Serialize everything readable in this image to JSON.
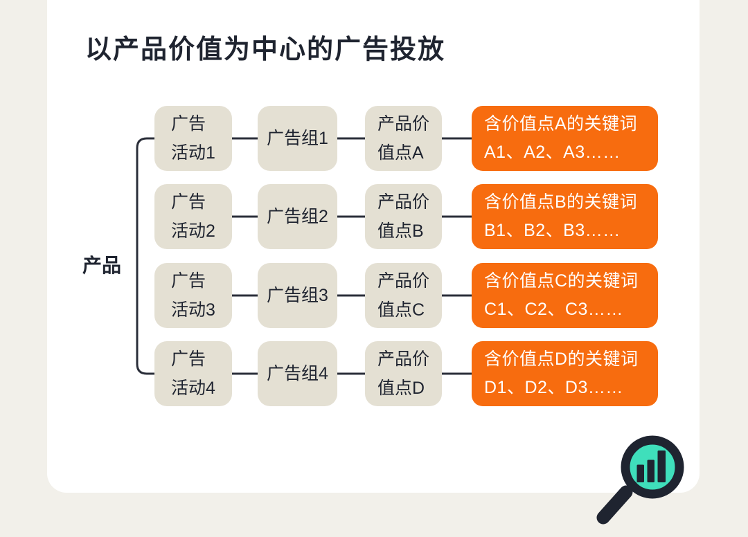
{
  "title": "以产品价值为中心的广告投放",
  "root": {
    "label": "产品"
  },
  "rows": [
    {
      "campaign": "广告\n活动1",
      "ad_group": "广告组1",
      "value_point": "产品价\n值点A",
      "keyword_title": "含价值点A的关键词",
      "keyword_items": "A1、A2、A3……"
    },
    {
      "campaign": "广告\n活动2",
      "ad_group": "广告组2",
      "value_point": "产品价\n值点B",
      "keyword_title": "含价值点B的关键词",
      "keyword_items": "B1、B2、B3……"
    },
    {
      "campaign": "广告\n活动3",
      "ad_group": "广告组3",
      "value_point": "产品价\n值点C",
      "keyword_title": "含价值点C的关键词",
      "keyword_items": "C1、C2、C3……"
    },
    {
      "campaign": "广告\n活动4",
      "ad_group": "广告组4",
      "value_point": "产品价\n值点D",
      "keyword_title": "含价值点D的关键词",
      "keyword_items": "D1、D2、D3……"
    }
  ],
  "icon": {
    "name": "magnifier-bar-chart"
  },
  "colors": {
    "background": "#F2F0EA",
    "card": "#FFFFFF",
    "node_fill": "#E4E0D3",
    "accent_orange": "#F76C0F",
    "ink": "#1F2430",
    "connector": "#2A2E39",
    "teal": "#3FDFBB"
  }
}
